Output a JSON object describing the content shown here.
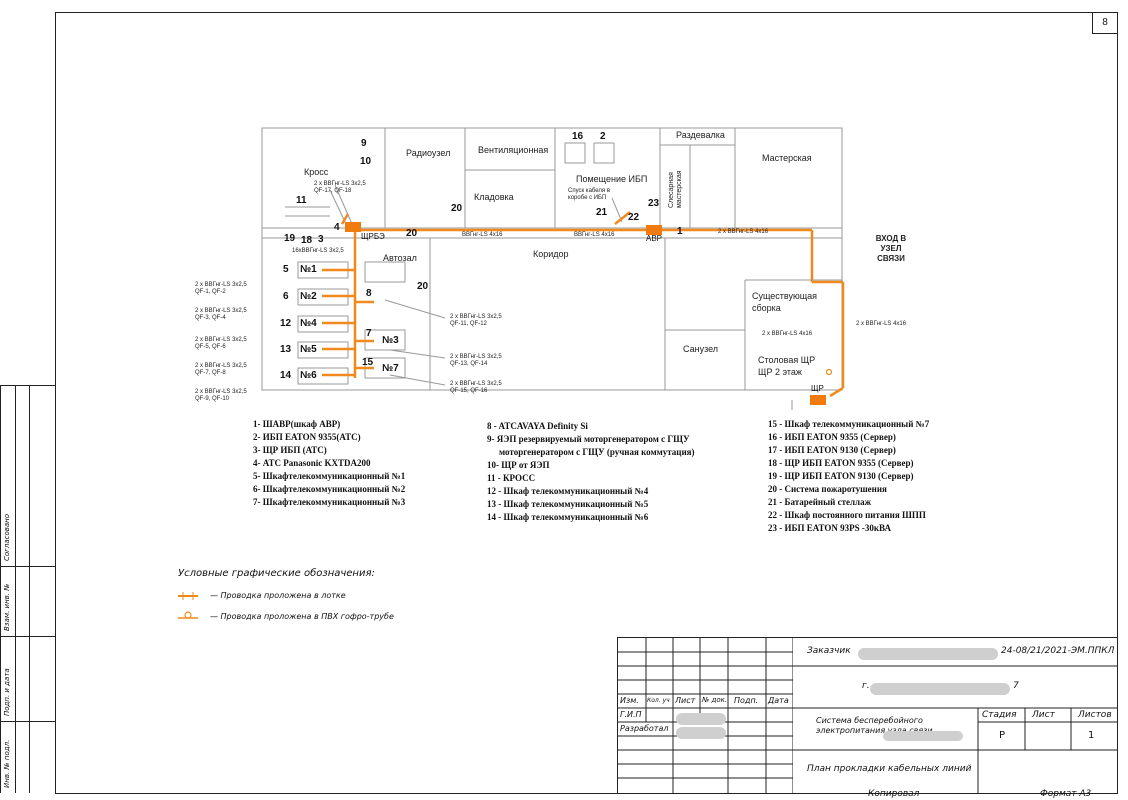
{
  "sheet_number": "8",
  "rooms": {
    "radiouzel": "Радиоузел",
    "ventilation": "Вентиляционная",
    "razdevalka": "Раздевалка",
    "masterskaya": "Мастерская",
    "kross": "Кросс",
    "kladovka": "Кладовка",
    "ups_room": "Помещение ИБП",
    "slesarnaya": "Слесарная мастерская",
    "avtozal": "Автозал",
    "koridor": "Коридор",
    "sanuzel": "Санузел",
    "existing": "Существующая сборка",
    "stolovaya": "Столовая ЩР ЩР 2 этаж",
    "entry": "ВХОД В УЗЕЛ СВЯЗИ"
  },
  "equipment": {
    "shrbe": "ЩРБЭ",
    "avr": "АВР",
    "shr": "ЩР",
    "n1": "№1",
    "n2": "№2",
    "n3": "№3",
    "n4": "№4",
    "n5": "№5",
    "n6": "№6",
    "n7": "№7"
  },
  "numbers": {
    "a9": "9",
    "a10": "10",
    "a11": "11",
    "a16": "16",
    "a2": "2",
    "a20a": "20",
    "a20b": "20",
    "a20c": "20",
    "a21": "21",
    "a22": "22",
    "a23": "23",
    "a4": "4",
    "a19": "19",
    "a18": "18",
    "a3": "3",
    "a1": "1",
    "a5": "5",
    "a6": "6",
    "a12": "12",
    "a13": "13",
    "a14": "14",
    "a8": "8",
    "a7": "7",
    "a15": "15"
  },
  "cables": {
    "c_kross": "2 x ВВГнг-LS 3x2,5\nQF-17, QF-18",
    "c_spusk": "Спуск кабеля в\nкоробе с ИБП",
    "c_corr1": "ВВГнг-LS 4x16",
    "c_corr2": "ВВГнг-LS 4x16",
    "c_right": "2 x ВВГнг-LS 4x16",
    "c_16x": "16xВВГнг-LS 3x2,5",
    "c_n1": "2 x ВВГнг-LS 3x2,5\nQF-1, QF-2",
    "c_n2": "2 x ВВГнг-LS 3x2,5\nQF-3, QF-4",
    "c_n4": "2 x ВВГнг-LS 3x2,5\nQF-5, QF-6",
    "c_n5": "2 x ВВГнг-LS 3x2,5\nQF-7, QF-8",
    "c_n6": "2 x ВВГнг-LS 3x2,5\nQF-9, QF-10",
    "c_8": "2 x ВВГнг-LS 3x2,5\nQF-11, QF-12",
    "c_n3": "2 x ВВГнг-LS 3x2,5\nQF-13, QF-14",
    "c_n7": "2 x ВВГнг-LS 3x2,5\nQF-15, QF-16",
    "c_exist": "2 x ВВГнг-LS 4x16",
    "c_exist2": "2 x ВВГнг-LS 4x16"
  },
  "legend": {
    "col1": [
      "1- ШАВР(шкаф АВР)",
      "2- ИБП EATON 9355(АТС)",
      "3- ЩР ИБП (АТС)",
      "4- АТС Panasonic KXTDA200",
      "5- Шкафтелекоммуникационный №1",
      "6- Шкафтелекоммуникационный №2",
      "7- Шкафтелекоммуникационный №3"
    ],
    "col2": [
      "8 - ATCAVAYA Definity Si",
      "9- ЯЭП резервируемый моторгенератором с ГЩУ",
      "моторгенератором с ГЩУ (ручная коммутация)",
      "10- ЩР от ЯЭП",
      "11 - КРОСС",
      "12 - Шкаф телекоммуникационный №4",
      "13 - Шкаф телекоммуникационный №5",
      "14 - Шкаф телекоммуникационный №6"
    ],
    "col3": [
      "15 - Шкаф телекоммуникационный №7",
      "16 - ИБП EATON 9355 (Сервер)",
      "17 - ИБП EATON 9130 (Сервер)",
      "18 - ЩР ИБП EATON 9355 (Сервер)",
      "19 - ЩР ИБП EATON 9130 (Сервер)",
      "20 - Система пожаротушения",
      "21 - Батарейный стеллаж",
      "22 - Шкаф постоянного питания ШПП",
      "23 - ИБП EATON 93PS -30кВА"
    ]
  },
  "symbols": {
    "title": "Условные графические обозначения:",
    "tray": "— Проводка проложена в лотке",
    "tube": "— Проводка проложена в ПВХ гофро-трубе"
  },
  "title_block": {
    "zakazchik": "Заказчик",
    "code": "24-08/21/2021-ЭМ.ППКЛ",
    "city_prefix": "г.",
    "city_suffix": "7",
    "h_izm": "Изм.",
    "h_kol": "Кол. уч",
    "h_list": "Лист",
    "h_doc": "№ док.",
    "h_podp": "Подп.",
    "h_date": "Дата",
    "gip": "Г.И.П",
    "razrab": "Разработал",
    "system": "Система бесперебойного электропитания узла связи",
    "stadia": "Стадия",
    "list": "Лист",
    "listov": "Листов",
    "stadia_val": "Р",
    "listov_val": "1",
    "plan": "План прокладки кабельных линий",
    "kopiroval": "Копировал",
    "format": "Формат А3"
  },
  "side_stamp": {
    "soglasovano": "Согласовано",
    "vzam": "Взам. инв. №",
    "podp_data": "Подп. и дата",
    "inv": "Инв. № подл."
  },
  "colors": {
    "cable": "#f08a1c",
    "box": "#f07c10",
    "line": "#222222"
  }
}
